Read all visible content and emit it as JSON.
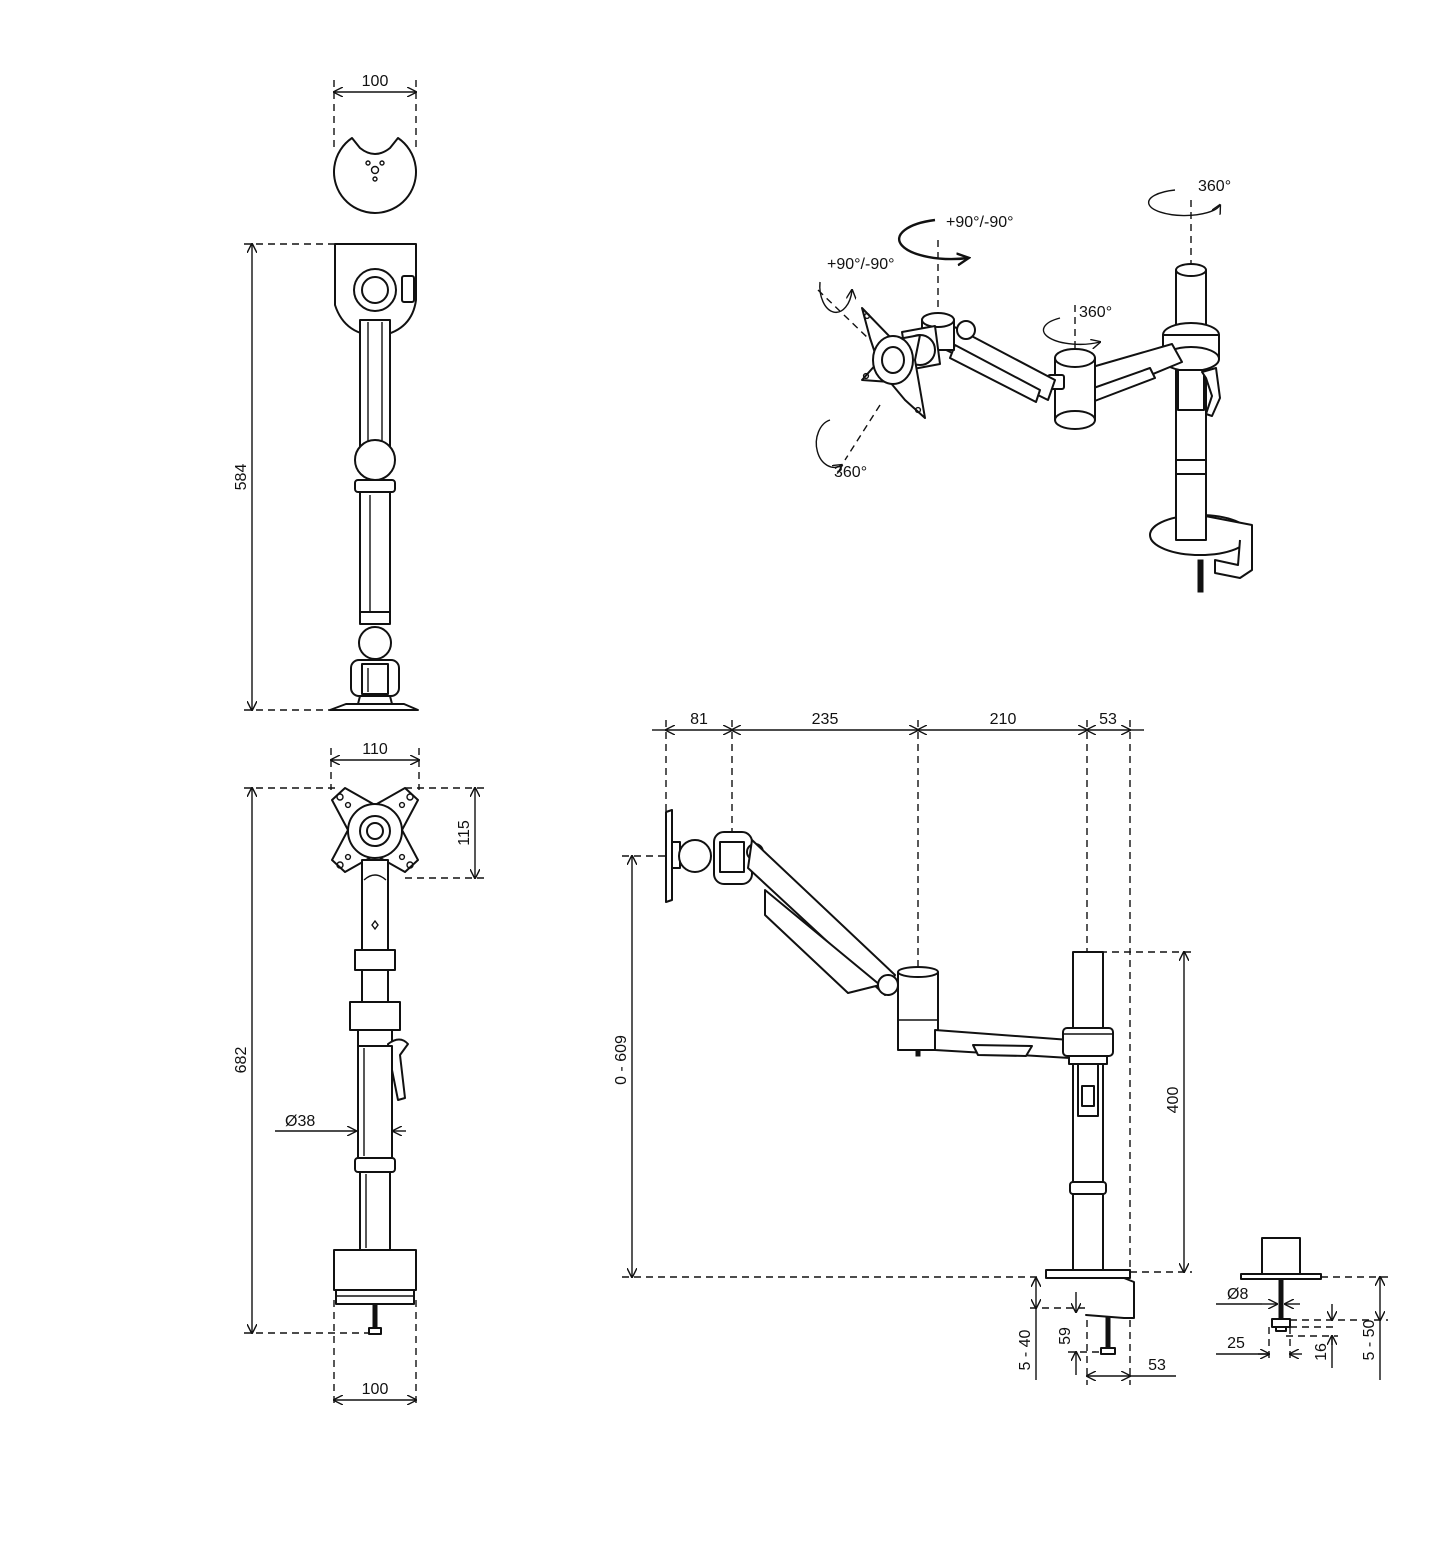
{
  "top_view": {
    "width_label": "100"
  },
  "side_view_folded": {
    "height_label": "584"
  },
  "front_view": {
    "plate_width_label": "110",
    "plate_height_label": "115",
    "total_height_label": "682",
    "pole_diameter_label": "Ø38",
    "base_width_label": "100"
  },
  "iso_view": {
    "rotation_pole_label": "360°",
    "rotation_arm_label": "360°",
    "tilt_label": "+90°/-90°",
    "swivel_label": "+90°/-90°",
    "rotation_plate_label": "360°"
  },
  "side_view_extended": {
    "reach_segments": [
      "81",
      "235",
      "210",
      "53"
    ],
    "height_range_label": "0 - 609",
    "pole_height_label": "400",
    "desk_thickness_label": "5 - 40",
    "clamp_depth_label": "59",
    "clamp_width_label": "53"
  },
  "grommet_detail": {
    "bolt_diameter_label": "Ø8",
    "bolt_label": "25",
    "nut_label": "16",
    "desk_thickness_label": "5 - 50"
  }
}
